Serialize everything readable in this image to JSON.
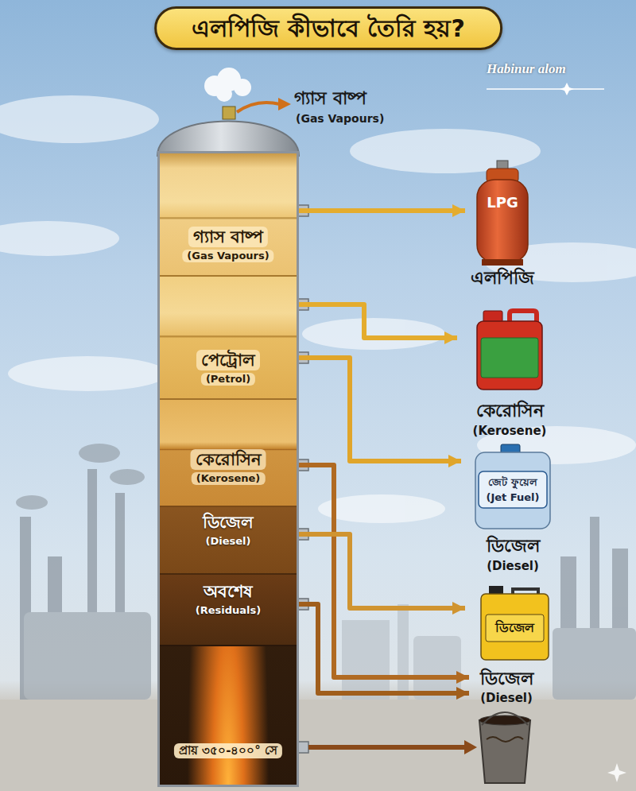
{
  "diagram": {
    "title": "এলপিজি কীভাবে তৈরি হয়?",
    "nodes": [
      {
        "text": [
          "প্রায় ৩৫০-৪০০° সে"
        ]
      },
      {
        "text": [
          "গ্যাস বাষ্প",
          "(Gas Vapours)"
        ],
        "in": 0
      },
      {
        "text": [
          "পেট্রোল",
          "(Petrol)"
        ],
        "in": 0
      },
      {
        "text": [
          "কেরোসিন",
          "(Kerosene)"
        ],
        "in": 0
      },
      {
        "text": [
          "ডিজেল",
          "(Diesel)"
        ],
        "in": 0
      },
      {
        "text": [
          "অবশেষ",
          "(Residuals)"
        ],
        "in": 0
      },
      {
        "text": [
          "LPG",
          "এলপিজি"
        ]
      },
      {
        "text": [
          "কেরোসিন",
          "(Kerosene)"
        ]
      },
      {
        "text": [
          "জেট ফুয়েল",
          "(Jet Fuel)",
          "ডিজেল",
          "(Diesel)"
        ]
      },
      {
        "text": [
          "ডিজেল"
        ]
      },
      {
        "text": [
          "ডিজেল",
          "(Diesel)"
        ]
      }
    ],
    "edges": [
      {
        "from": 1,
        "to": 6,
        "arrow": "to"
      },
      {
        "from": 2,
        "to": 7,
        "arrow": "to"
      },
      {
        "from": 2,
        "to": 8,
        "arrow": "to"
      },
      {
        "from": 3,
        "to": 10,
        "arrow": "to"
      },
      {
        "from": 4,
        "to": 9,
        "arrow": "to"
      },
      {
        "from": 5,
        "to": 10,
        "arrow": "to"
      }
    ],
    "labels": [
      "Habinur alom",
      "গ্যাস বাষ্প",
      "(Gas Vapours)"
    ]
  }
}
